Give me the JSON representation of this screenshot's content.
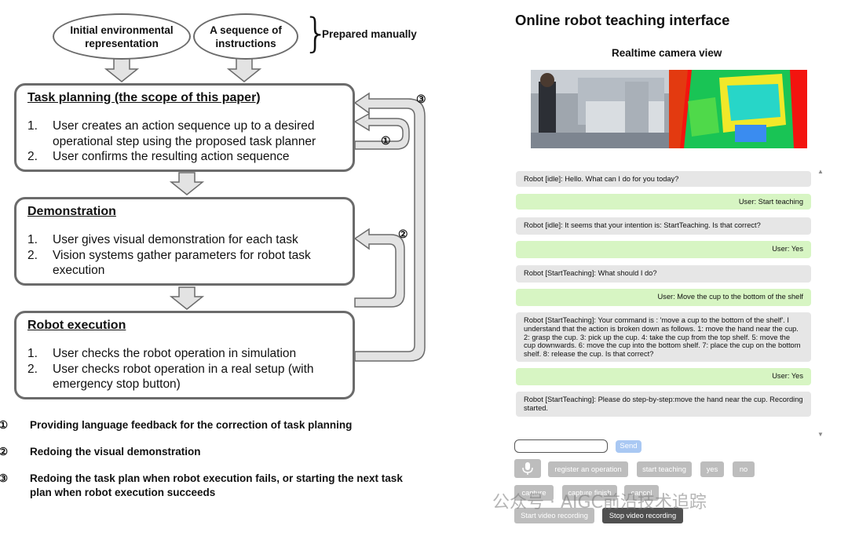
{
  "diagram": {
    "inputs": [
      {
        "text": "Initial environmental\nrepresentation"
      },
      {
        "text": "A sequence of\ninstructions"
      }
    ],
    "prepared_label": "Prepared manually",
    "stages": [
      {
        "title": "Task planning (the scope of this paper)",
        "items": [
          {
            "num": "1.",
            "text": "User creates an action sequence up to a desired operational step using the proposed task planner"
          },
          {
            "num": "2.",
            "text": "User confirms the resulting action sequence"
          }
        ]
      },
      {
        "title": "Demonstration",
        "items": [
          {
            "num": "1.",
            "text": "User gives visual demonstration for each task"
          },
          {
            "num": "2.",
            "text": "Vision systems gather parameters for robot task execution"
          }
        ]
      },
      {
        "title": "Robot execution",
        "items": [
          {
            "num": "1.",
            "text": "User checks the robot operation in simulation"
          },
          {
            "num": "2.",
            "text": "User checks robot operation in a real setup (with emergency stop button)"
          }
        ]
      }
    ],
    "loop_markers": [
      "①",
      "②",
      "③"
    ],
    "legend": [
      {
        "mark": "①",
        "text": "Providing language feedback for the correction of task planning"
      },
      {
        "mark": "②",
        "text": "Redoing the visual demonstration"
      },
      {
        "mark": "③",
        "text": "Redoing the task plan when robot execution fails, or starting the next task plan when robot execution succeeds"
      }
    ]
  },
  "ui": {
    "title": "Online robot teaching interface",
    "camera_title": "Realtime camera view",
    "messages": [
      {
        "role": "robot",
        "text": "Robot [idle]: Hello. What can I do for you today?"
      },
      {
        "role": "user",
        "text": "User: Start teaching"
      },
      {
        "role": "robot",
        "text": "Robot [idle]: It seems that your intention is: StartTeaching. Is that correct?"
      },
      {
        "role": "user",
        "text": "User: Yes"
      },
      {
        "role": "robot",
        "text": "Robot [StartTeaching]: What should I do?"
      },
      {
        "role": "user",
        "text": "User: Move the cup to the bottom of the shelf"
      },
      {
        "role": "robot",
        "text": "Robot [StartTeaching]: Your command is : 'move a cup to the bottom of the shelf'. I understand that the action is broken down as follows. 1: move the hand near the cup. 2: grasp the cup. 3: pick up the cup. 4: take the cup from the top shelf. 5: move the cup downwards. 6: move the cup into the bottom shelf. 7: place the cup on the bottom shelf. 8: release the cup. Is that correct?"
      },
      {
        "role": "user",
        "text": "User: Yes"
      },
      {
        "role": "robot",
        "text": "Robot [StartTeaching]: Please do step-by-step:move the hand near the cup. Recording started."
      }
    ],
    "input_value": "",
    "send_label": "Send",
    "buttons_row1": [
      "register an operation",
      "start teaching",
      "yes",
      "no"
    ],
    "buttons_row2": [
      "capture",
      "capture finish",
      "cancel"
    ],
    "buttons_row3": [
      "Start video recording",
      "Stop video recording"
    ],
    "watermark": "公众号 · AIGC前沿技术追踪",
    "colors": {
      "robot_bubble": "#e6e6e6",
      "user_bubble": "#d7f5c3",
      "button": "#bdbdbd",
      "button_active": "#505050",
      "send": "#a9c8f3"
    }
  }
}
